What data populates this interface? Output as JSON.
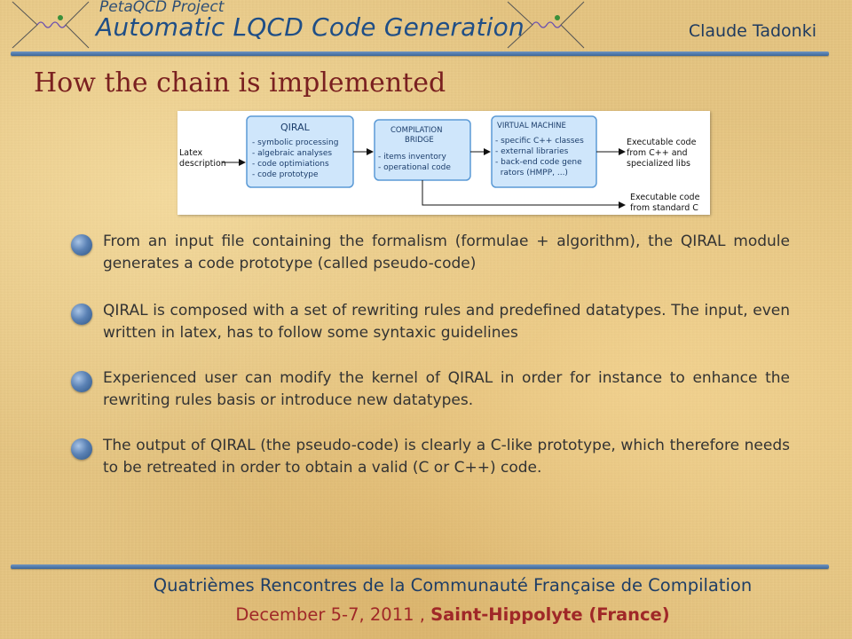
{
  "header": {
    "project": "PetaQCD Project",
    "title": "Automatic LQCD Code Generation",
    "author": "Claude Tadonki"
  },
  "slide": {
    "title": "How the chain is implemented"
  },
  "diagram": {
    "input_label_1": "Latex",
    "input_label_2": "description",
    "qiral": {
      "title": "QIRAL",
      "lines": [
        "- symbolic processing",
        "- algebraic analyses",
        "- code optimiations",
        "- code prototype"
      ]
    },
    "bridge": {
      "title_1": "COMPILATION",
      "title_2": "BRIDGE",
      "lines": [
        "- items inventory",
        "- operational code"
      ]
    },
    "vm": {
      "title": "VIRTUAL MACHINE",
      "lines": [
        "- specific C++ classes",
        "- external libraries",
        "- back-end code gene",
        "  rators (HMPP, ...)"
      ]
    },
    "output_1": [
      "Executable code",
      "from C++ and",
      "specialized libs"
    ],
    "output_2": [
      "Executable code",
      "from standard C"
    ]
  },
  "bullets": [
    "From an input file containing the formalism (formulae + algorithm), the QIRAL module generates a code prototype (called pseudo-code)",
    "QIRAL is composed with a set of rewriting rules and predefined datatypes. The input, even written in latex, has to follow some syntaxic guidelines",
    "Experienced user can modify the kernel of QIRAL in order for instance to enhance the rewriting rules basis or introduce new datatypes.",
    "The output of QIRAL (the pseudo-code) is clearly a C-like prototype, which therefore needs to be retreated in order to obtain a valid (C or C++) code."
  ],
  "footer": {
    "line1": "Quatrièmes Rencontres de la Communauté Française de Compilation",
    "dates": "December 5-7, 2011 ,",
    "place": "Saint-Hippolyte (France)"
  },
  "colors": {
    "title_red": "#7a2020",
    "header_blue": "#1f4e86",
    "rule_blue": "#4a74a8",
    "box_fill": "#cfe6fb",
    "box_stroke": "#5b9ad6"
  }
}
